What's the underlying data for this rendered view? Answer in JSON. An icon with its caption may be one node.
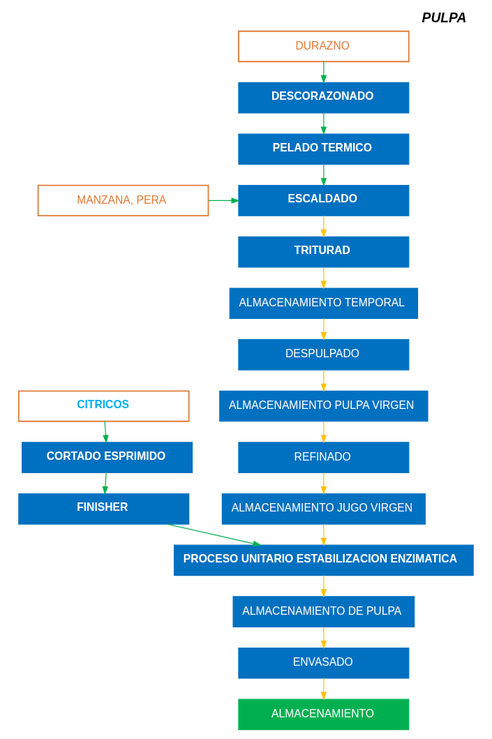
{
  "diagram": {
    "title": "PULPA",
    "nodes": [
      {
        "text": [
          "MANZANA, PERA"
        ]
      },
      {
        "text": [
          "DURAZNO"
        ]
      },
      {
        "text": [
          "DESCORAZONADO"
        ]
      },
      {
        "text": [
          "PELADO TERMICO"
        ]
      },
      {
        "text": [
          "ESCALDADO"
        ]
      },
      {
        "text": [
          "TRITURAD"
        ]
      },
      {
        "text": [
          "ALMACENAMIENTO TEMPORAL"
        ]
      },
      {
        "text": [
          "DESPULPADO"
        ]
      },
      {
        "text": [
          "ALMACENAMIENTO PULPA VIRGEN"
        ]
      },
      {
        "text": [
          "CITRICOS"
        ]
      },
      {
        "text": [
          "CORTADO ESPRIMIDO"
        ]
      },
      {
        "text": [
          "FINISHER"
        ]
      },
      {
        "text": [
          "REFINADO"
        ]
      },
      {
        "text": [
          "ALMACENAMIENTO JUGO VIRGEN"
        ]
      },
      {
        "text": [
          "PROCESO UNITARIO ESTABILIZACION ENZIMATICA"
        ]
      },
      {
        "text": [
          "ALMACENAMIENTO DE PULPA"
        ]
      },
      {
        "text": [
          "ENVASADO"
        ]
      },
      {
        "text": [
          "ALMACENAMIENTO"
        ]
      }
    ],
    "edges": [
      {
        "from": 0,
        "to": 4,
        "arrow": "to",
        "color": "#00b050"
      },
      {
        "from": 1,
        "to": 2,
        "arrow": "to",
        "color": "#00b050"
      },
      {
        "from": 2,
        "to": 3,
        "arrow": "to",
        "color": "#00b050"
      },
      {
        "from": 3,
        "to": 4,
        "arrow": "to",
        "color": "#00b050"
      },
      {
        "from": 4,
        "to": 5,
        "arrow": "to"
      },
      {
        "from": 5,
        "to": 6,
        "arrow": "to"
      },
      {
        "from": 6,
        "to": 7,
        "arrow": "to"
      },
      {
        "from": 7,
        "to": 8,
        "arrow": "to"
      },
      {
        "from": 8,
        "to": 12,
        "arrow": "to"
      },
      {
        "from": 9,
        "to": 10,
        "arrow": "to",
        "color": "#00b050"
      },
      {
        "from": 10,
        "to": 11,
        "arrow": "to",
        "color": "#00b050"
      },
      {
        "from": 11,
        "to": 14,
        "arrow": "to",
        "color": "#00b050"
      },
      {
        "from": 12,
        "to": 13,
        "arrow": "to"
      },
      {
        "from": 13,
        "to": 14,
        "arrow": "to"
      },
      {
        "from": 14,
        "to": 15,
        "arrow": "to"
      },
      {
        "from": 15,
        "to": 16,
        "arrow": "to"
      },
      {
        "from": 16,
        "to": 17,
        "arrow": "to"
      }
    ]
  }
}
